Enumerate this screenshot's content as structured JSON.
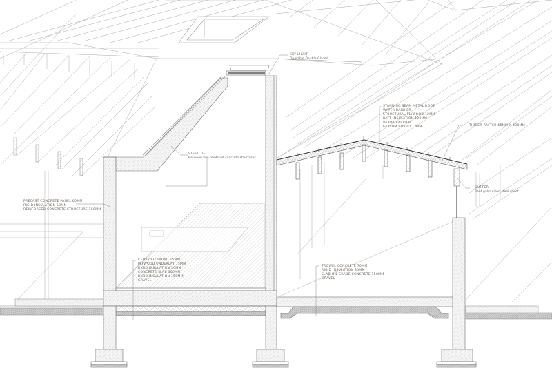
{
  "drawing": {
    "type": "architectural wall/roof section perspective",
    "line_color": "#9a9a9a",
    "text_color": "#6b6257",
    "background": "#ffffff"
  },
  "annotations": {
    "skylight": {
      "title": "SKY LIGHT",
      "subtitle": "Operable Double Glazed"
    },
    "roof_layers": {
      "lines": [
        "STANDING SEAM METAL ROOF",
        "WATER BARRIER",
        "STRUCTURAL PLYWOOD 12MM",
        "BATT INSULATION 120MM",
        "VAPOR BARRIER",
        "GYPSUM BOARD 12MM"
      ]
    },
    "rafter": {
      "title": "TIMBER RAFTER 65MM X 400MM"
    },
    "steel_tie": {
      "title": "STEEL TIE",
      "subtitle": "Between two reinfrced concrete structures"
    },
    "wall_layers": {
      "lines": [
        "PRECAST CONCRETE PANEL 60MM",
        "RIGID INSULATION 50MM",
        "REINFORCED CONCRETE STRUCTURE 150MM"
      ]
    },
    "gutter": {
      "title": "GUTTER",
      "subtitle": "Bent galvanized steel sheet"
    },
    "raised_floor_layers": {
      "lines": [
        "CEDAR FLOORING 15MM",
        "PLYWOOD UNDERLAY 15MM",
        "RIGID INSULATION 30MM",
        "CONCRETE SLAB 300MM",
        "RIGID INSULATION 150MM",
        "GRAVEL"
      ]
    },
    "ground_floor_layers": {
      "lines": [
        "TROWEL CONCRETE 70MM",
        "RIGID INSULATION 30MM",
        "SLAB-ON-GRADE CONCRETE 150MM",
        "GRAVEL"
      ]
    }
  }
}
